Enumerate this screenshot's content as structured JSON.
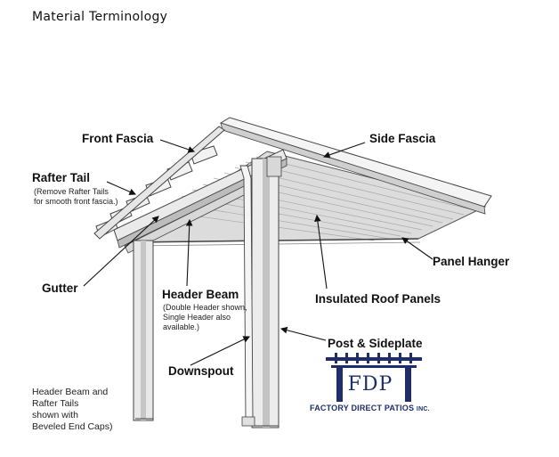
{
  "title": "Material Terminology",
  "labels": {
    "front_fascia": "Front Fascia",
    "side_fascia": "Side Fascia",
    "rafter_tail": "Rafter Tail",
    "rafter_tail_note_1": "(Remove Rafter Tails",
    "rafter_tail_note_2": "for smooth front fascia.)",
    "panel_hanger": "Panel Hanger",
    "gutter": "Gutter",
    "header_beam": "Header Beam",
    "header_beam_note_1": "(Double Header shown,",
    "header_beam_note_2": "Single Header also",
    "header_beam_note_3": "available.)",
    "insulated_roof_panels": "Insulated Roof Panels",
    "post_sideplate": "Post & Sideplate",
    "downspout": "Downspout"
  },
  "footnote": {
    "line1": "Header Beam and",
    "line2": "Rafter Tails",
    "line3": "shown with",
    "line4": "Beveled End Caps)"
  },
  "logo": {
    "initials": "FDP",
    "company_main": "FACTORY DIRECT PATIOS",
    "company_suffix": "INC.",
    "color": "#1f2d6b"
  }
}
